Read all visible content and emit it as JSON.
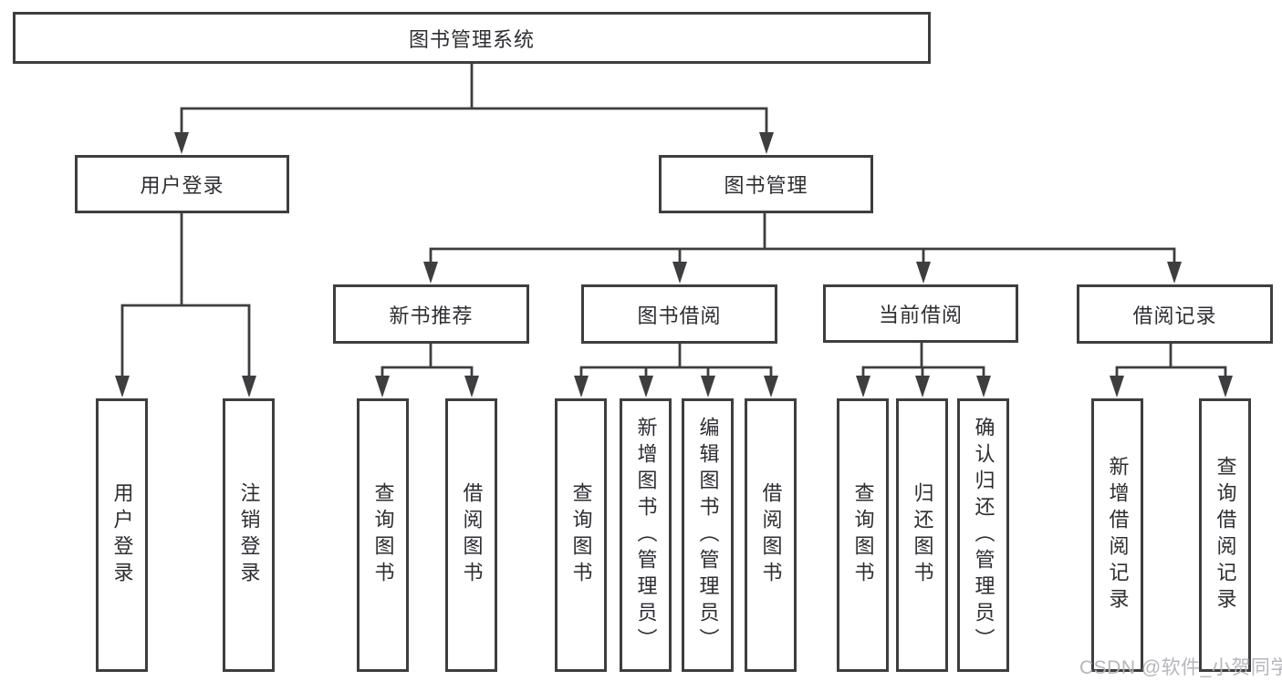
{
  "diagram_type": "hierarchy-tree",
  "colors": {
    "background": "#ffffff",
    "line": "#3e3e40",
    "box_border": "#3e3e40",
    "text": "#2e2e32",
    "watermark": "#b2b2b8"
  },
  "tree": {
    "root": {
      "label": "图书管理系统"
    },
    "children": [
      {
        "label": "用户登录",
        "children": [
          {
            "label": "用户登录"
          },
          {
            "label": "注销登录"
          }
        ]
      },
      {
        "label": "图书管理",
        "children": [
          {
            "label": "新书推荐",
            "children": [
              {
                "label": "查询图书"
              },
              {
                "label": "借阅图书"
              }
            ]
          },
          {
            "label": "图书借阅",
            "children": [
              {
                "label": "查询图书"
              },
              {
                "label": "新增图书（管理员）"
              },
              {
                "label": "编辑图书（管理员）"
              },
              {
                "label": "借阅图书"
              }
            ]
          },
          {
            "label": "当前借阅",
            "children": [
              {
                "label": "查询图书"
              },
              {
                "label": "归还图书"
              },
              {
                "label": "确认归还（管理员）"
              }
            ]
          },
          {
            "label": "借阅记录",
            "children": [
              {
                "label": "新增借阅记录"
              },
              {
                "label": "查询借阅记录"
              }
            ]
          }
        ]
      }
    ]
  },
  "watermark": {
    "text": "CSDN @软件_小贺同学"
  }
}
